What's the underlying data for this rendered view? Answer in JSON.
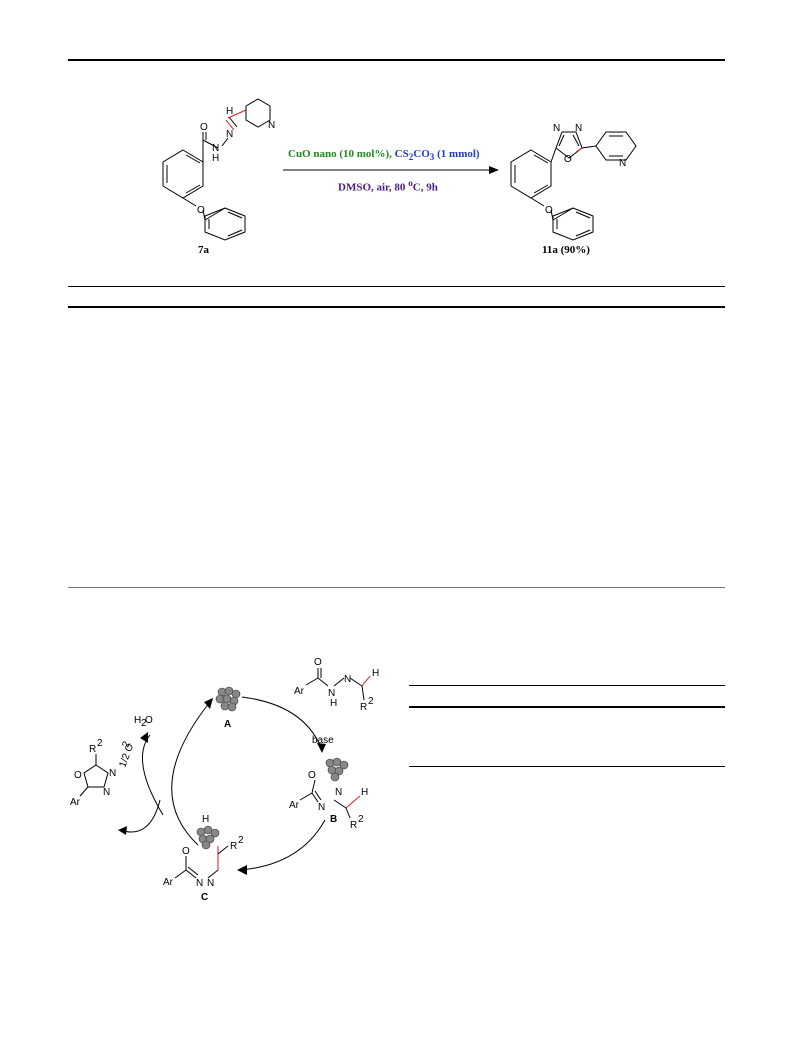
{
  "scheme1": {
    "reactant_label": "7a",
    "product_label": "11a (90%)",
    "conditions": {
      "catalyst": "CuO nano (10 mol%),",
      "base_prefix": "CS",
      "base_sub1": "2",
      "base_mid": "CO",
      "base_sub2": "3",
      "base_suffix": " (1 mmol)",
      "line2_prefix": "DMSO, air, 80 ",
      "line2_sup": "o",
      "line2_suffix": "C, 9h"
    },
    "colors": {
      "green": "#1f8a1f",
      "blue": "#1f3cc8",
      "purple": "#4b1c8a",
      "red_bond": "#d21e1e"
    }
  },
  "atoms": {
    "O": "O",
    "N": "N",
    "H": "H",
    "Ar": "Ar",
    "R": "R",
    "two": "2",
    "base": "base",
    "H2O_H": "H",
    "H2O_sub": "2",
    "H2O_O": "O",
    "halfO2": "1/2 O",
    "A": "A",
    "B": "B",
    "C": "C"
  }
}
